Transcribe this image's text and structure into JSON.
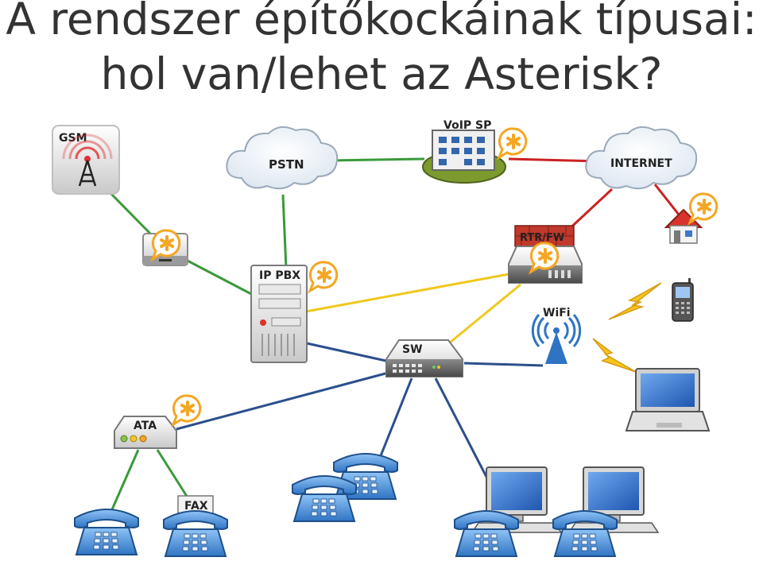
{
  "title": {
    "line1": "A rendszer építőkockáinak típusai:",
    "line2": "hol van/lehet az Asterisk?"
  },
  "nodes": {
    "gsm": "GSM",
    "pstn": "PSTN",
    "voip_sp": "VoIP SP",
    "internet": "INTERNET",
    "rtr_fw": "RTR/FW",
    "ip_pbx": "IP PBX",
    "wifi": "WiFi",
    "sw": "SW",
    "ata": "ATA",
    "fax": "FAX"
  },
  "colors": {
    "green_link": "#3a9a3a",
    "red_link": "#cc2222",
    "yellow_link": "#f0c81e",
    "blue_link": "#2c4f8c",
    "asterisk_badge": "#f5a623",
    "phone": "#4a90e2"
  }
}
